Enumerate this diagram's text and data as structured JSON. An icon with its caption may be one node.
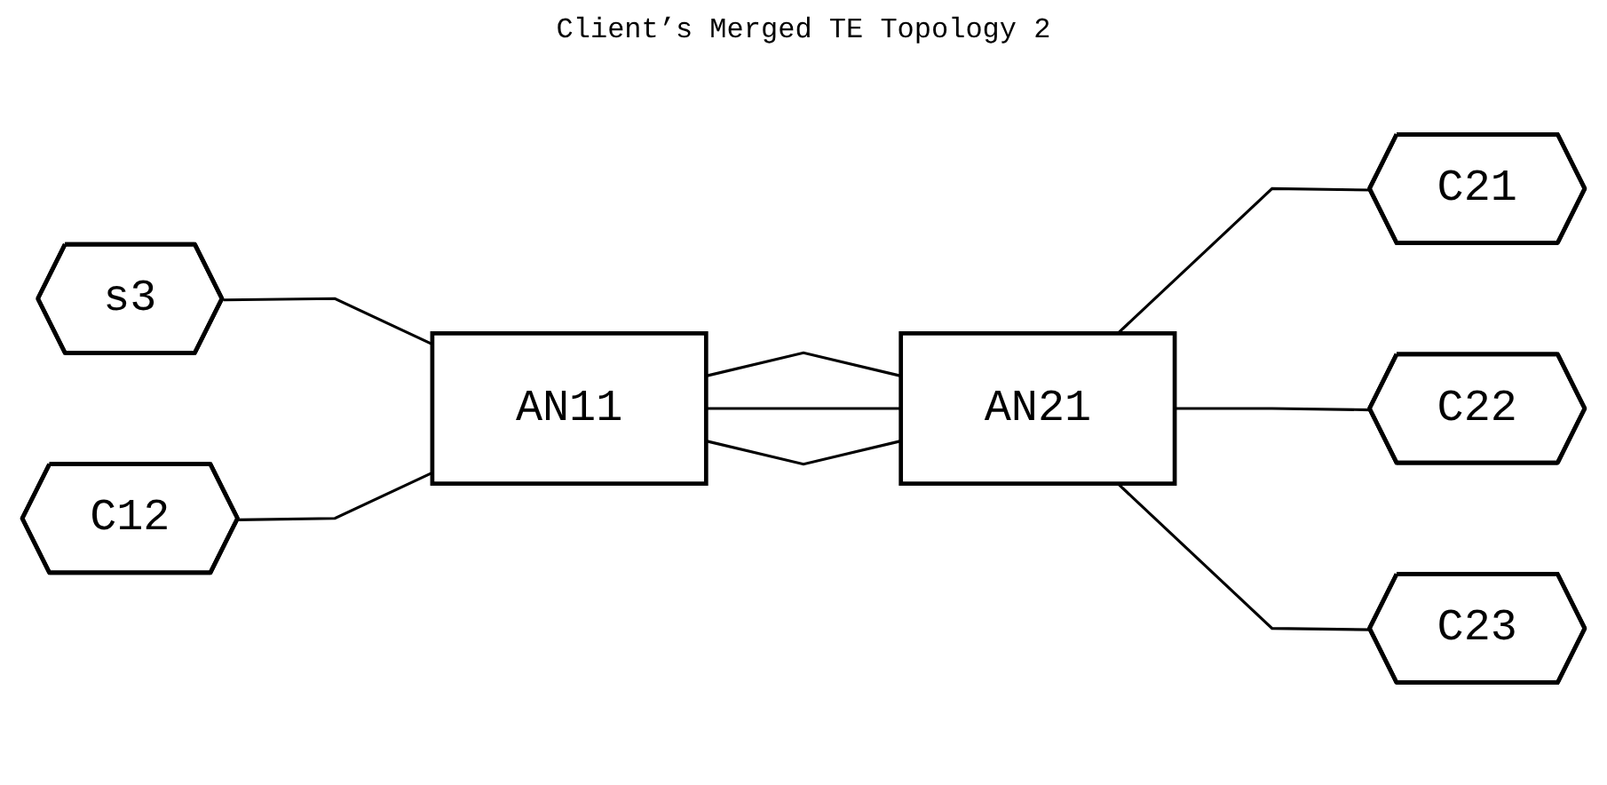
{
  "diagram": {
    "title": "Client’s Merged TE Topology 2",
    "nodes": [
      {
        "text": [
          "s3"
        ]
      },
      {
        "text": [
          "AN11"
        ]
      },
      {
        "text": [
          "AN21"
        ]
      },
      {
        "text": [
          "C21"
        ]
      },
      {
        "text": [
          "C22"
        ]
      },
      {
        "text": [
          "C12"
        ]
      },
      {
        "text": [
          "C23"
        ]
      }
    ],
    "edges": [
      {
        "from": 0,
        "to": 1,
        "arrow": "none"
      },
      {
        "from": 1,
        "to": 2,
        "arrow": "none"
      },
      {
        "from": 2,
        "to": 3,
        "arrow": "none"
      },
      {
        "from": 1,
        "to": 2,
        "arrow": "none"
      },
      {
        "from": 2,
        "to": 4,
        "arrow": "none"
      },
      {
        "from": 5,
        "to": 1,
        "arrow": "none"
      },
      {
        "from": 1,
        "to": 2,
        "arrow": "none"
      },
      {
        "from": 2,
        "to": 6,
        "arrow": "none"
      }
    ]
  }
}
